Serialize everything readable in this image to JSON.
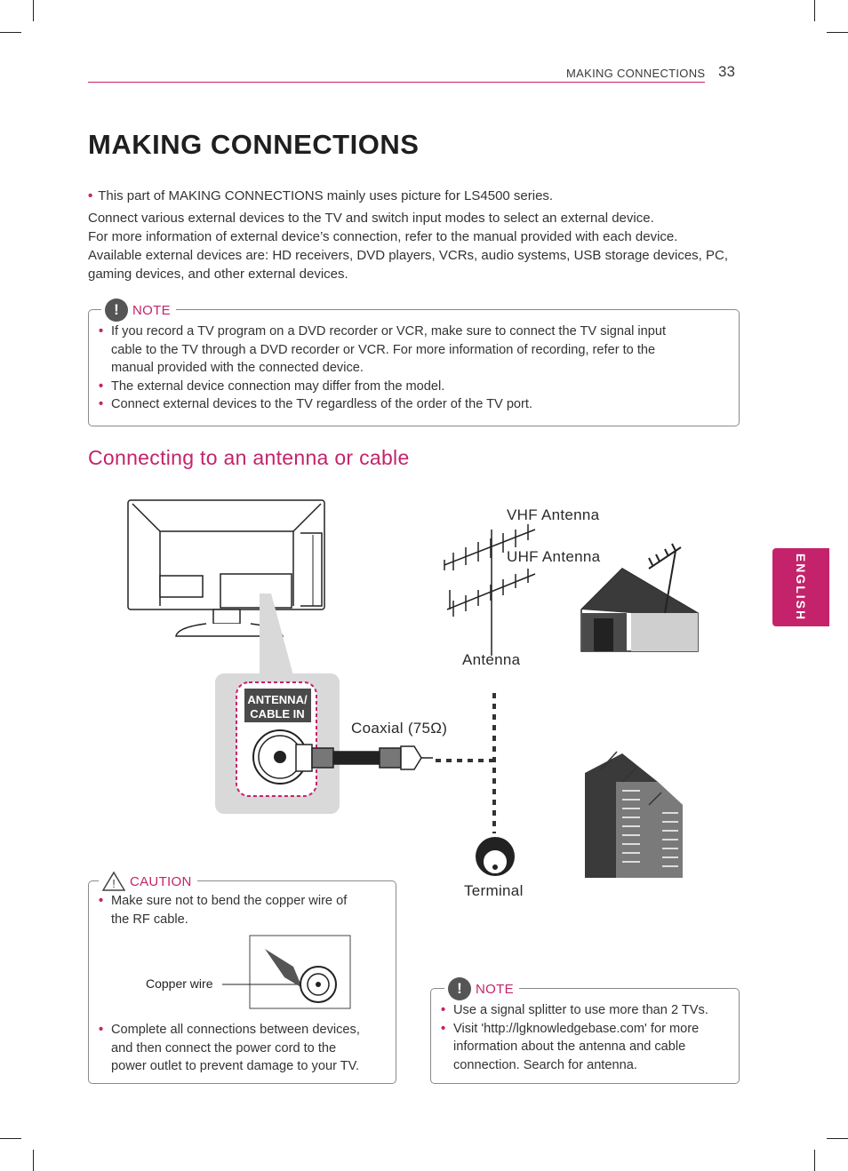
{
  "header": {
    "section": "MAKING CONNECTIONS",
    "page_number": "33"
  },
  "title": "MAKING CONNECTIONS",
  "intro": {
    "bullet": "This part of MAKING CONNECTIONS mainly uses picture for LS4500 series.",
    "lines": [
      "Connect various external devices to the TV and switch input modes to select an external device.",
      "For more information of external device’s connection, refer to the manual provided with each device.",
      "Available external devices are: HD receivers, DVD players, VCRs, audio systems, USB storage devices, PC,",
      "gaming devices, and other external devices."
    ]
  },
  "note1": {
    "label": "NOTE",
    "items": [
      [
        "If you record a TV program on a DVD recorder or VCR, make sure to connect the TV signal input",
        "cable to the TV through a DVD recorder or VCR. For more information of recording, refer to the",
        "manual provided with the connected device."
      ],
      [
        "The external device connection may differ from the model."
      ],
      [
        "Connect external devices to the TV regardless of the order of the TV port."
      ]
    ]
  },
  "section_title": "Connecting to an antenna or cable",
  "side_tab": "ENGLISH",
  "diagram": {
    "port_label_1": "ANTENNA/",
    "port_label_2": "CABLE IN",
    "coaxial": "Coaxial (75Ω)",
    "vhf": "VHF Antenna",
    "uhf": "UHF Antenna",
    "antenna": "Antenna",
    "terminal": "Terminal"
  },
  "caution": {
    "label": "CAUTION",
    "item1": [
      "Make sure not to bend the copper wire of",
      "the RF cable."
    ],
    "copper_wire": "Copper wire",
    "item2": [
      "Complete all connections between devices,",
      "and then connect the power cord to the",
      "power outlet to prevent damage to your TV."
    ]
  },
  "note2": {
    "label": "NOTE",
    "item1": [
      "Use a signal splitter to use more than 2 TVs."
    ],
    "item2": [
      "Visit 'http://lgknowledgebase.com' for more",
      "information about the antenna and cable",
      "connection. Search for antenna."
    ]
  },
  "colors": {
    "accent": "#c4236b",
    "text": "#333333",
    "border": "#8a8a8a"
  }
}
